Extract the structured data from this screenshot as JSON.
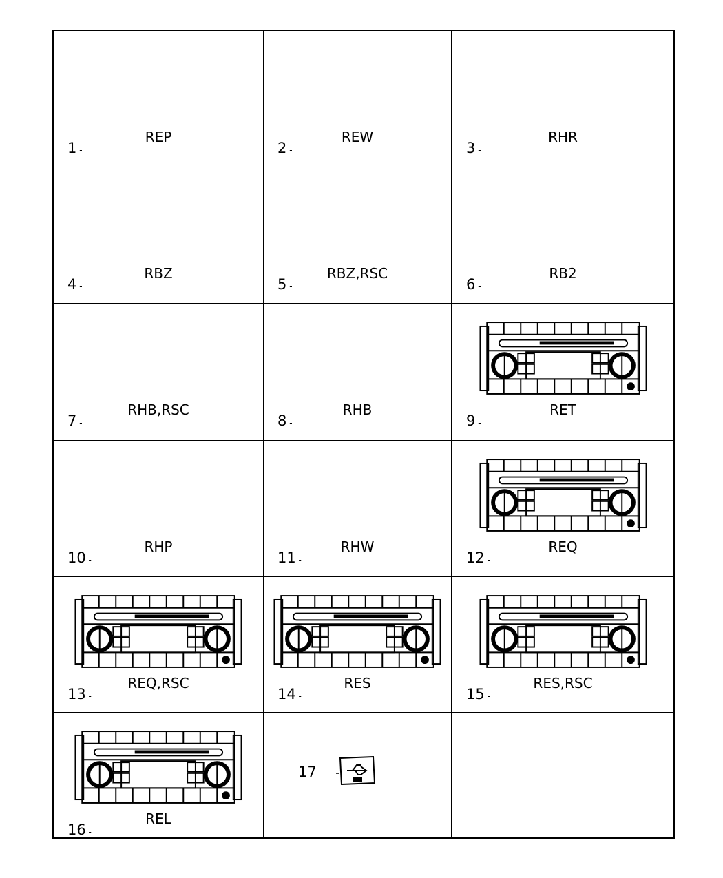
{
  "items": [
    {
      "number": "1",
      "code": "REP",
      "style": "navigation-radio"
    },
    {
      "number": "2",
      "code": "REW",
      "style": "navigation-radio"
    },
    {
      "number": "3",
      "code": "RHR",
      "style": "navigation-radio"
    },
    {
      "number": "4",
      "code": "RBZ",
      "style": "navigation-radio"
    },
    {
      "number": "5",
      "code": "RBZ,RSC",
      "style": "navigation-radio"
    },
    {
      "number": "6",
      "code": "RB2",
      "style": "navigation-radio"
    },
    {
      "number": "7",
      "code": "RHB,RSC",
      "style": "navigation-radio"
    },
    {
      "number": "8",
      "code": "RHB",
      "style": "navigation-radio"
    },
    {
      "number": "9",
      "code": "RET",
      "style": "cd-radio"
    },
    {
      "number": "10",
      "code": "RHP",
      "style": "navigation-radio"
    },
    {
      "number": "11",
      "code": "RHW",
      "style": "navigation-radio"
    },
    {
      "number": "12",
      "code": "REQ",
      "style": "cd-radio"
    },
    {
      "number": "13",
      "code": "REQ,RSC",
      "style": "cd-radio"
    },
    {
      "number": "14",
      "code": "RES",
      "style": "cd-radio"
    },
    {
      "number": "15",
      "code": "RES,RSC",
      "style": "cd-radio"
    },
    {
      "number": "16",
      "code": "REL",
      "style": "cd-radio"
    },
    {
      "number": "17",
      "code": "",
      "style": "usb-port"
    },
    {
      "number": "",
      "code": "",
      "style": "empty"
    }
  ]
}
